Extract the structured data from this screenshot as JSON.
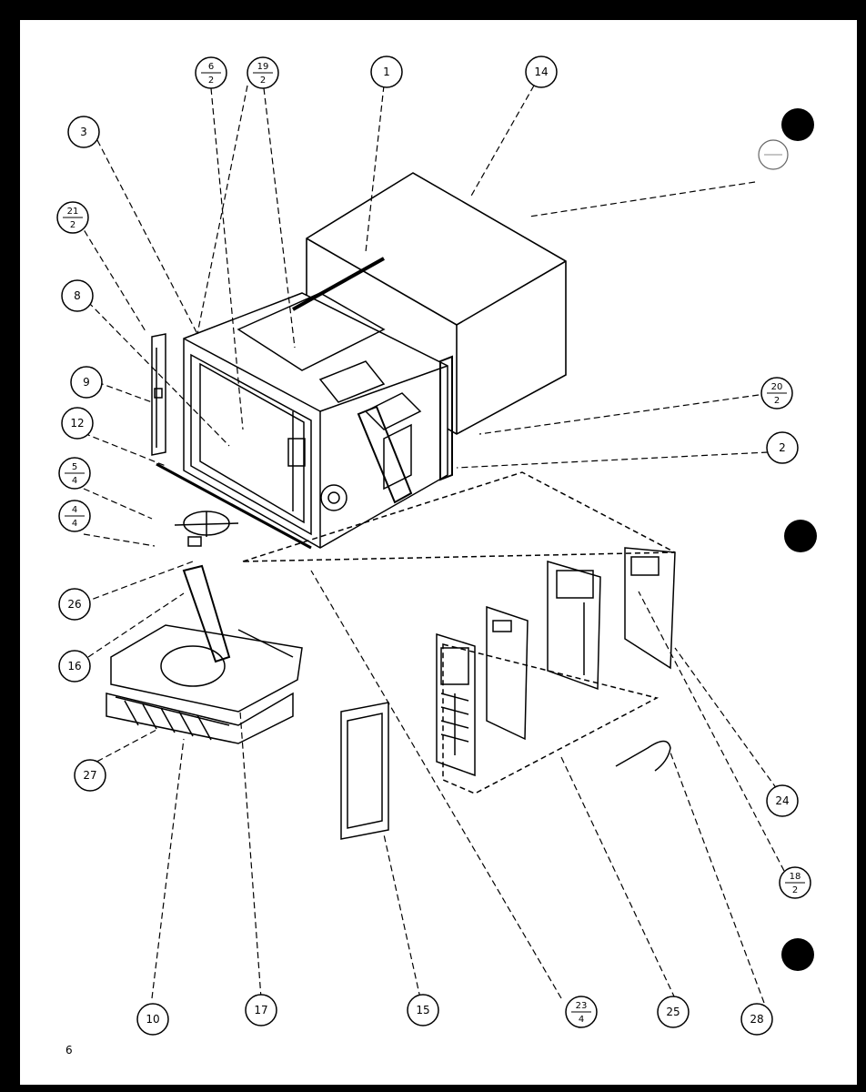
{
  "page_number": "6",
  "callouts": {
    "c1": "1",
    "c2": "2",
    "c3": "3",
    "c8": "8",
    "c9": "9",
    "c10": "10",
    "c12": "12",
    "c14": "14",
    "c15": "15",
    "c16": "16",
    "c17": "17",
    "c24": "24",
    "c25": "25",
    "c26": "26",
    "c27": "27",
    "c28": "28"
  },
  "fractions": {
    "f6_2": {
      "top": "6",
      "bottom": "2"
    },
    "f19_2": {
      "top": "19",
      "bottom": "2"
    },
    "f21_2": {
      "top": "21",
      "bottom": "2"
    },
    "f5_4": {
      "top": "5",
      "bottom": "4"
    },
    "f4_4": {
      "top": "4",
      "bottom": "4"
    },
    "f20_2": {
      "top": "20",
      "bottom": "2"
    },
    "f18_2": {
      "top": "18",
      "bottom": "2"
    },
    "f23_4": {
      "top": "23",
      "bottom": "4"
    }
  },
  "colors": {
    "ink": "#000000",
    "paper": "#ffffff",
    "frame": "#000000"
  }
}
